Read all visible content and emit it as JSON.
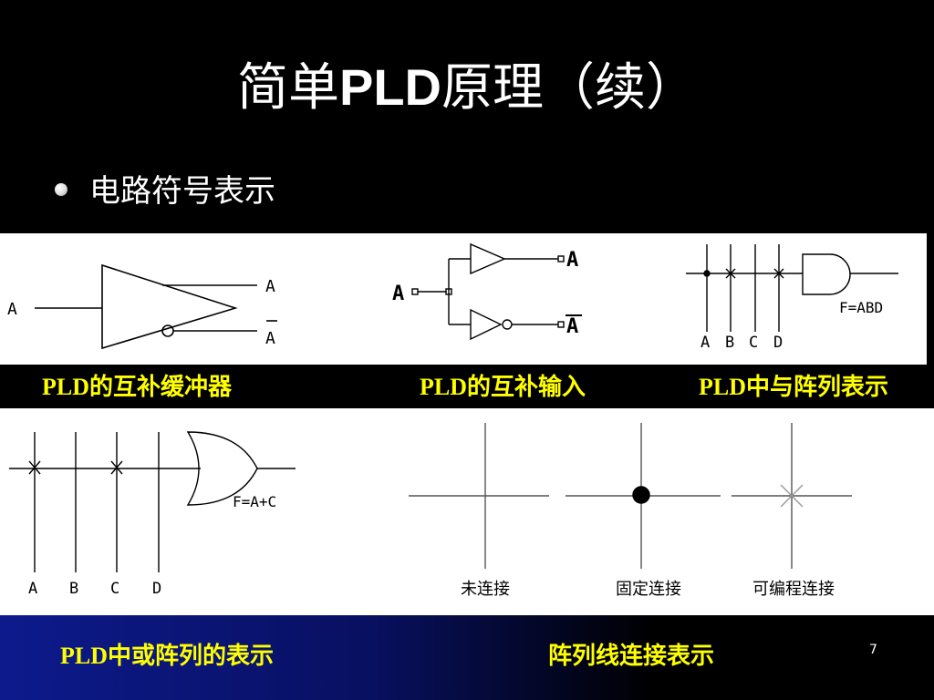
{
  "title": {
    "prefix": "简单",
    "bold": "PLD",
    "suffix": "原理（续）"
  },
  "bullet": "电路符号表示",
  "captions": {
    "buffer": "PLD的互补缓冲器",
    "input": "PLD的互补输入",
    "and_array": "PLD中与阵列表示",
    "or_array": "PLD中或阵列的表示",
    "connections": "阵列线连接表示"
  },
  "diagrams": {
    "buffer": {
      "input": "A",
      "out1": "A",
      "out2": "A"
    },
    "input": {
      "input": "A",
      "out1": "A",
      "out2": "A"
    },
    "and_array": {
      "lines": [
        "A",
        "B",
        "C",
        "D"
      ],
      "func": "F=ABD"
    },
    "or_array": {
      "lines": [
        "A",
        "B",
        "C",
        "D"
      ],
      "func": "F=A+C"
    },
    "connections": {
      "none": "未连接",
      "fixed": "固定连接",
      "programmable": "可编程连接"
    }
  },
  "slide_number": "7"
}
